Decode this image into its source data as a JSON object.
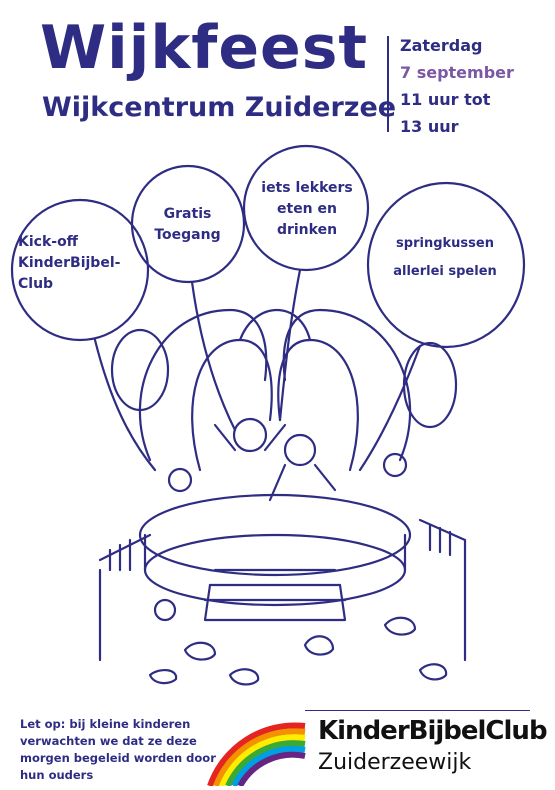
{
  "header": {
    "title": "Wijkfeest",
    "subtitle": "Wijkcentrum Zuiderzee",
    "day": "Zaterdag",
    "date": "7 september",
    "time_line1": "11 uur tot",
    "time_line2": "13 uur"
  },
  "balloons": [
    {
      "lines": [
        "Kick-off",
        "KinderBijbel-",
        "Club"
      ]
    },
    {
      "lines": [
        "Gratis",
        "Toegang"
      ]
    },
    {
      "lines": [
        "iets lekkers",
        "eten en",
        "drinken"
      ]
    },
    {
      "lines": [
        "springkussen",
        "allerlei spelen"
      ]
    }
  ],
  "footer": {
    "note": "Let op: bij kleine kinderen verwachten we dat ze deze morgen begeleid worden door hun ouders",
    "logo_name": "KinderBijbelClub",
    "logo_sub": "Zuiderzeewijk"
  },
  "colors": {
    "ink": "#2e2d83",
    "accent": "#7b57a4",
    "rainbow": [
      "#e52521",
      "#f39200",
      "#ffed00",
      "#3aaa35",
      "#009fe3",
      "#662483"
    ]
  }
}
